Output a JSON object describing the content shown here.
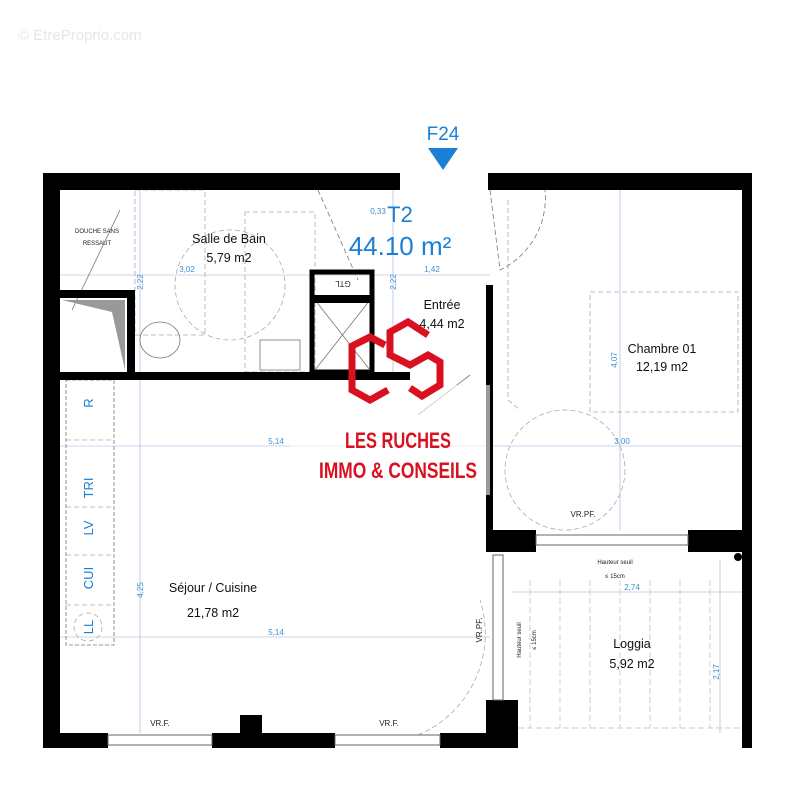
{
  "watermark": "© EtreProprio.com",
  "apartment": {
    "entrance_label": "F24",
    "type": "T2",
    "total_area": "44.10 m²"
  },
  "rooms": {
    "bathroom": {
      "name": "Salle de Bain",
      "area": "5,79 m2"
    },
    "shower": {
      "line1": "DOUCHE SANS",
      "line2": "RESSAUT"
    },
    "entry": {
      "name": "Entrée",
      "area": "4,44 m2"
    },
    "bedroom": {
      "name": "Chambre 01",
      "area": "12,19 m2"
    },
    "living": {
      "name": "Séjour / Cuisine",
      "area": "21,78 m2"
    },
    "loggia": {
      "name": "Loggia",
      "area": "5,92 m2"
    }
  },
  "appliances": [
    "R",
    "TRI",
    "LV",
    "CUI",
    "LL"
  ],
  "gtl": "GTL",
  "dimensions": {
    "d033": "0,33",
    "d302": "3,02",
    "d222a": "2,22",
    "d222b": "2,22",
    "d142": "1,42",
    "d407": "4,07",
    "d514a": "5,14",
    "d300": "3,00",
    "d425": "4,25",
    "d514b": "5,14",
    "d274": "2,74",
    "d217": "2,17"
  },
  "openings": {
    "bedroom_window": "VR.PF.",
    "living_door": "VR.PF.",
    "living_window_1": "VR.F.",
    "living_window_2": "VR.F."
  },
  "threshold": {
    "line1": "Hauteur seuil",
    "line2": "≤ 15cm"
  },
  "logo": {
    "line1": "LES RUCHES",
    "line2": "IMMO & CONSEILS"
  },
  "colors": {
    "accent_blue": "#1a7fd6",
    "logo_red": "#d9101f",
    "wall": "#000000"
  }
}
